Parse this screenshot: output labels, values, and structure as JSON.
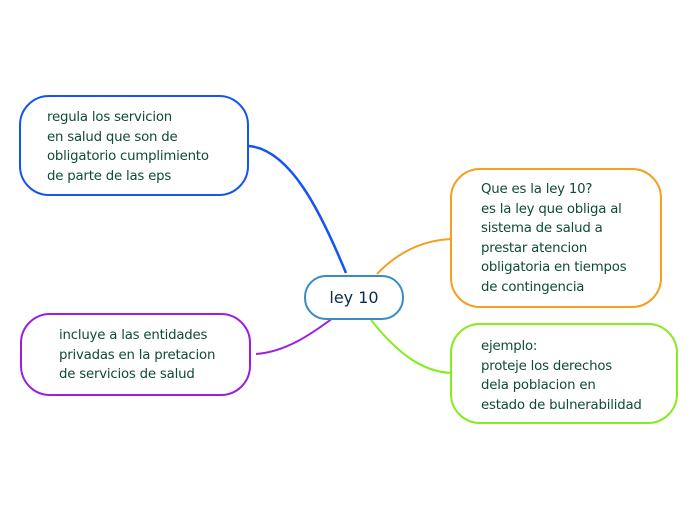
{
  "mindmap": {
    "central": {
      "label": "ley 10",
      "color": "#3b8ac4"
    },
    "branches": [
      {
        "id": "top-left",
        "text": "regula los servicion\nen salud que son de\nobligatorio cumplimiento\nde parte de las eps",
        "color": "#1454f5"
      },
      {
        "id": "bottom-left",
        "text": "incluye a las entidades\nprivadas en la pretacion\nde servicios de salud",
        "color": "#9b1fe0"
      },
      {
        "id": "top-right",
        "text": "Que es la ley 10?\nes la ley que obliga al\nsistema de salud a\nprestar atencion\nobligatoria en tiempos\nde contingencia",
        "color": "#f59f1c"
      },
      {
        "id": "bottom-right",
        "text": "ejemplo:\nproteje los derechos\ndela poblacion en\nestado de bulnerabilidad",
        "color": "#86ec1e"
      }
    ]
  }
}
